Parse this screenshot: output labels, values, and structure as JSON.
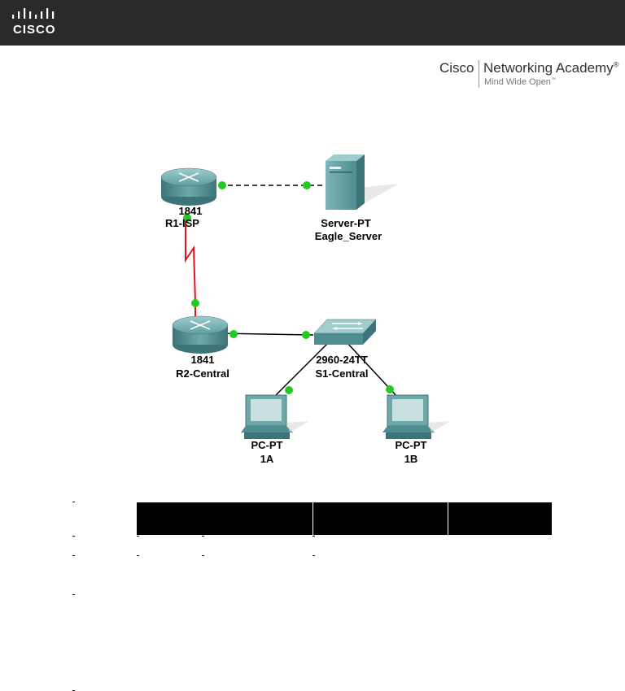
{
  "header": {
    "logo_text": "CISCO",
    "academy_brand": "Cisco",
    "academy_program": "Networking Academy",
    "academy_registered": "®",
    "academy_tagline": "Mind Wide Open",
    "academy_tagline_tm": "™"
  },
  "topology": {
    "devices": {
      "r1": {
        "model": "1841",
        "name": "R1-ISP",
        "icon": "router-icon"
      },
      "server": {
        "model": "Server-PT",
        "name": "Eagle_Server",
        "icon": "server-icon"
      },
      "r2": {
        "model": "1841",
        "name": "R2-Central",
        "icon": "router-icon"
      },
      "switch": {
        "model": "2960-24TT",
        "name": "S1-Central",
        "icon": "switch-icon"
      },
      "pc1a": {
        "model": "PC-PT",
        "name": "1A",
        "icon": "pc-icon"
      },
      "pc1b": {
        "model": "PC-PT",
        "name": "1B",
        "icon": "pc-icon"
      }
    },
    "links": [
      {
        "from": "R1-ISP",
        "to": "Eagle_Server",
        "type": "dashed"
      },
      {
        "from": "R1-ISP",
        "to": "R2-Central",
        "type": "serial",
        "color": "#e0141a"
      },
      {
        "from": "R2-Central",
        "to": "S1-Central",
        "type": "straight"
      },
      {
        "from": "S1-Central",
        "to": "1A",
        "type": "straight"
      },
      {
        "from": "S1-Central",
        "to": "1B",
        "type": "straight"
      }
    ],
    "colors": {
      "link_up": "#22c922",
      "device_teal": "#4e8d91",
      "serial": "#e0141a",
      "header_bar": "#2a2a2a"
    }
  },
  "table": {
    "header_cells": [
      "",
      "",
      "",
      ""
    ]
  }
}
